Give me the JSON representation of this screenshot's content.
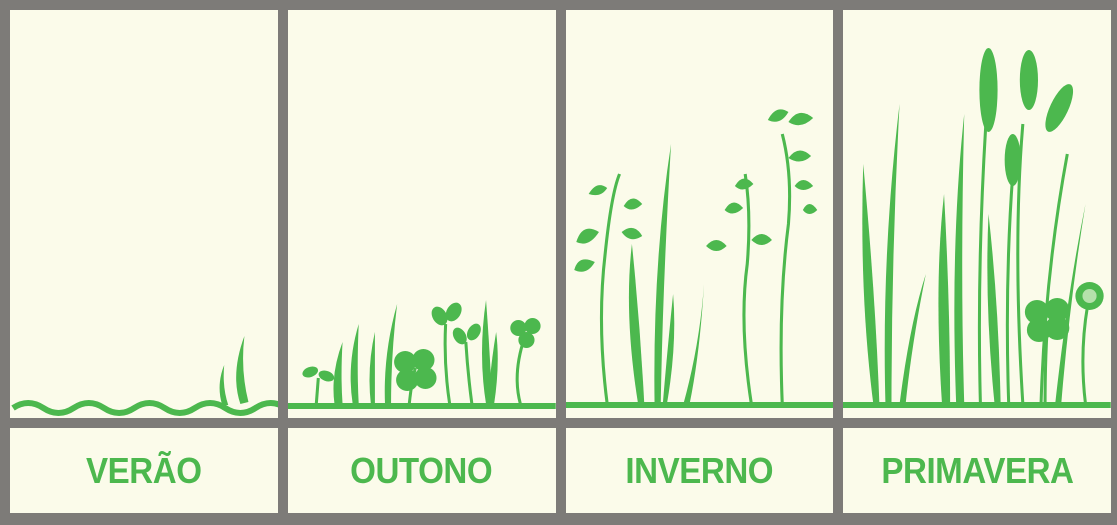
{
  "seasons": [
    {
      "label": "VERÃO"
    },
    {
      "label": "OUTONO"
    },
    {
      "label": "INVERNO"
    },
    {
      "label": "PRIMAVERA"
    }
  ],
  "colors": {
    "plant": "#4cb84e",
    "frame": "#7d7b78",
    "panel": "#fbfbea"
  }
}
